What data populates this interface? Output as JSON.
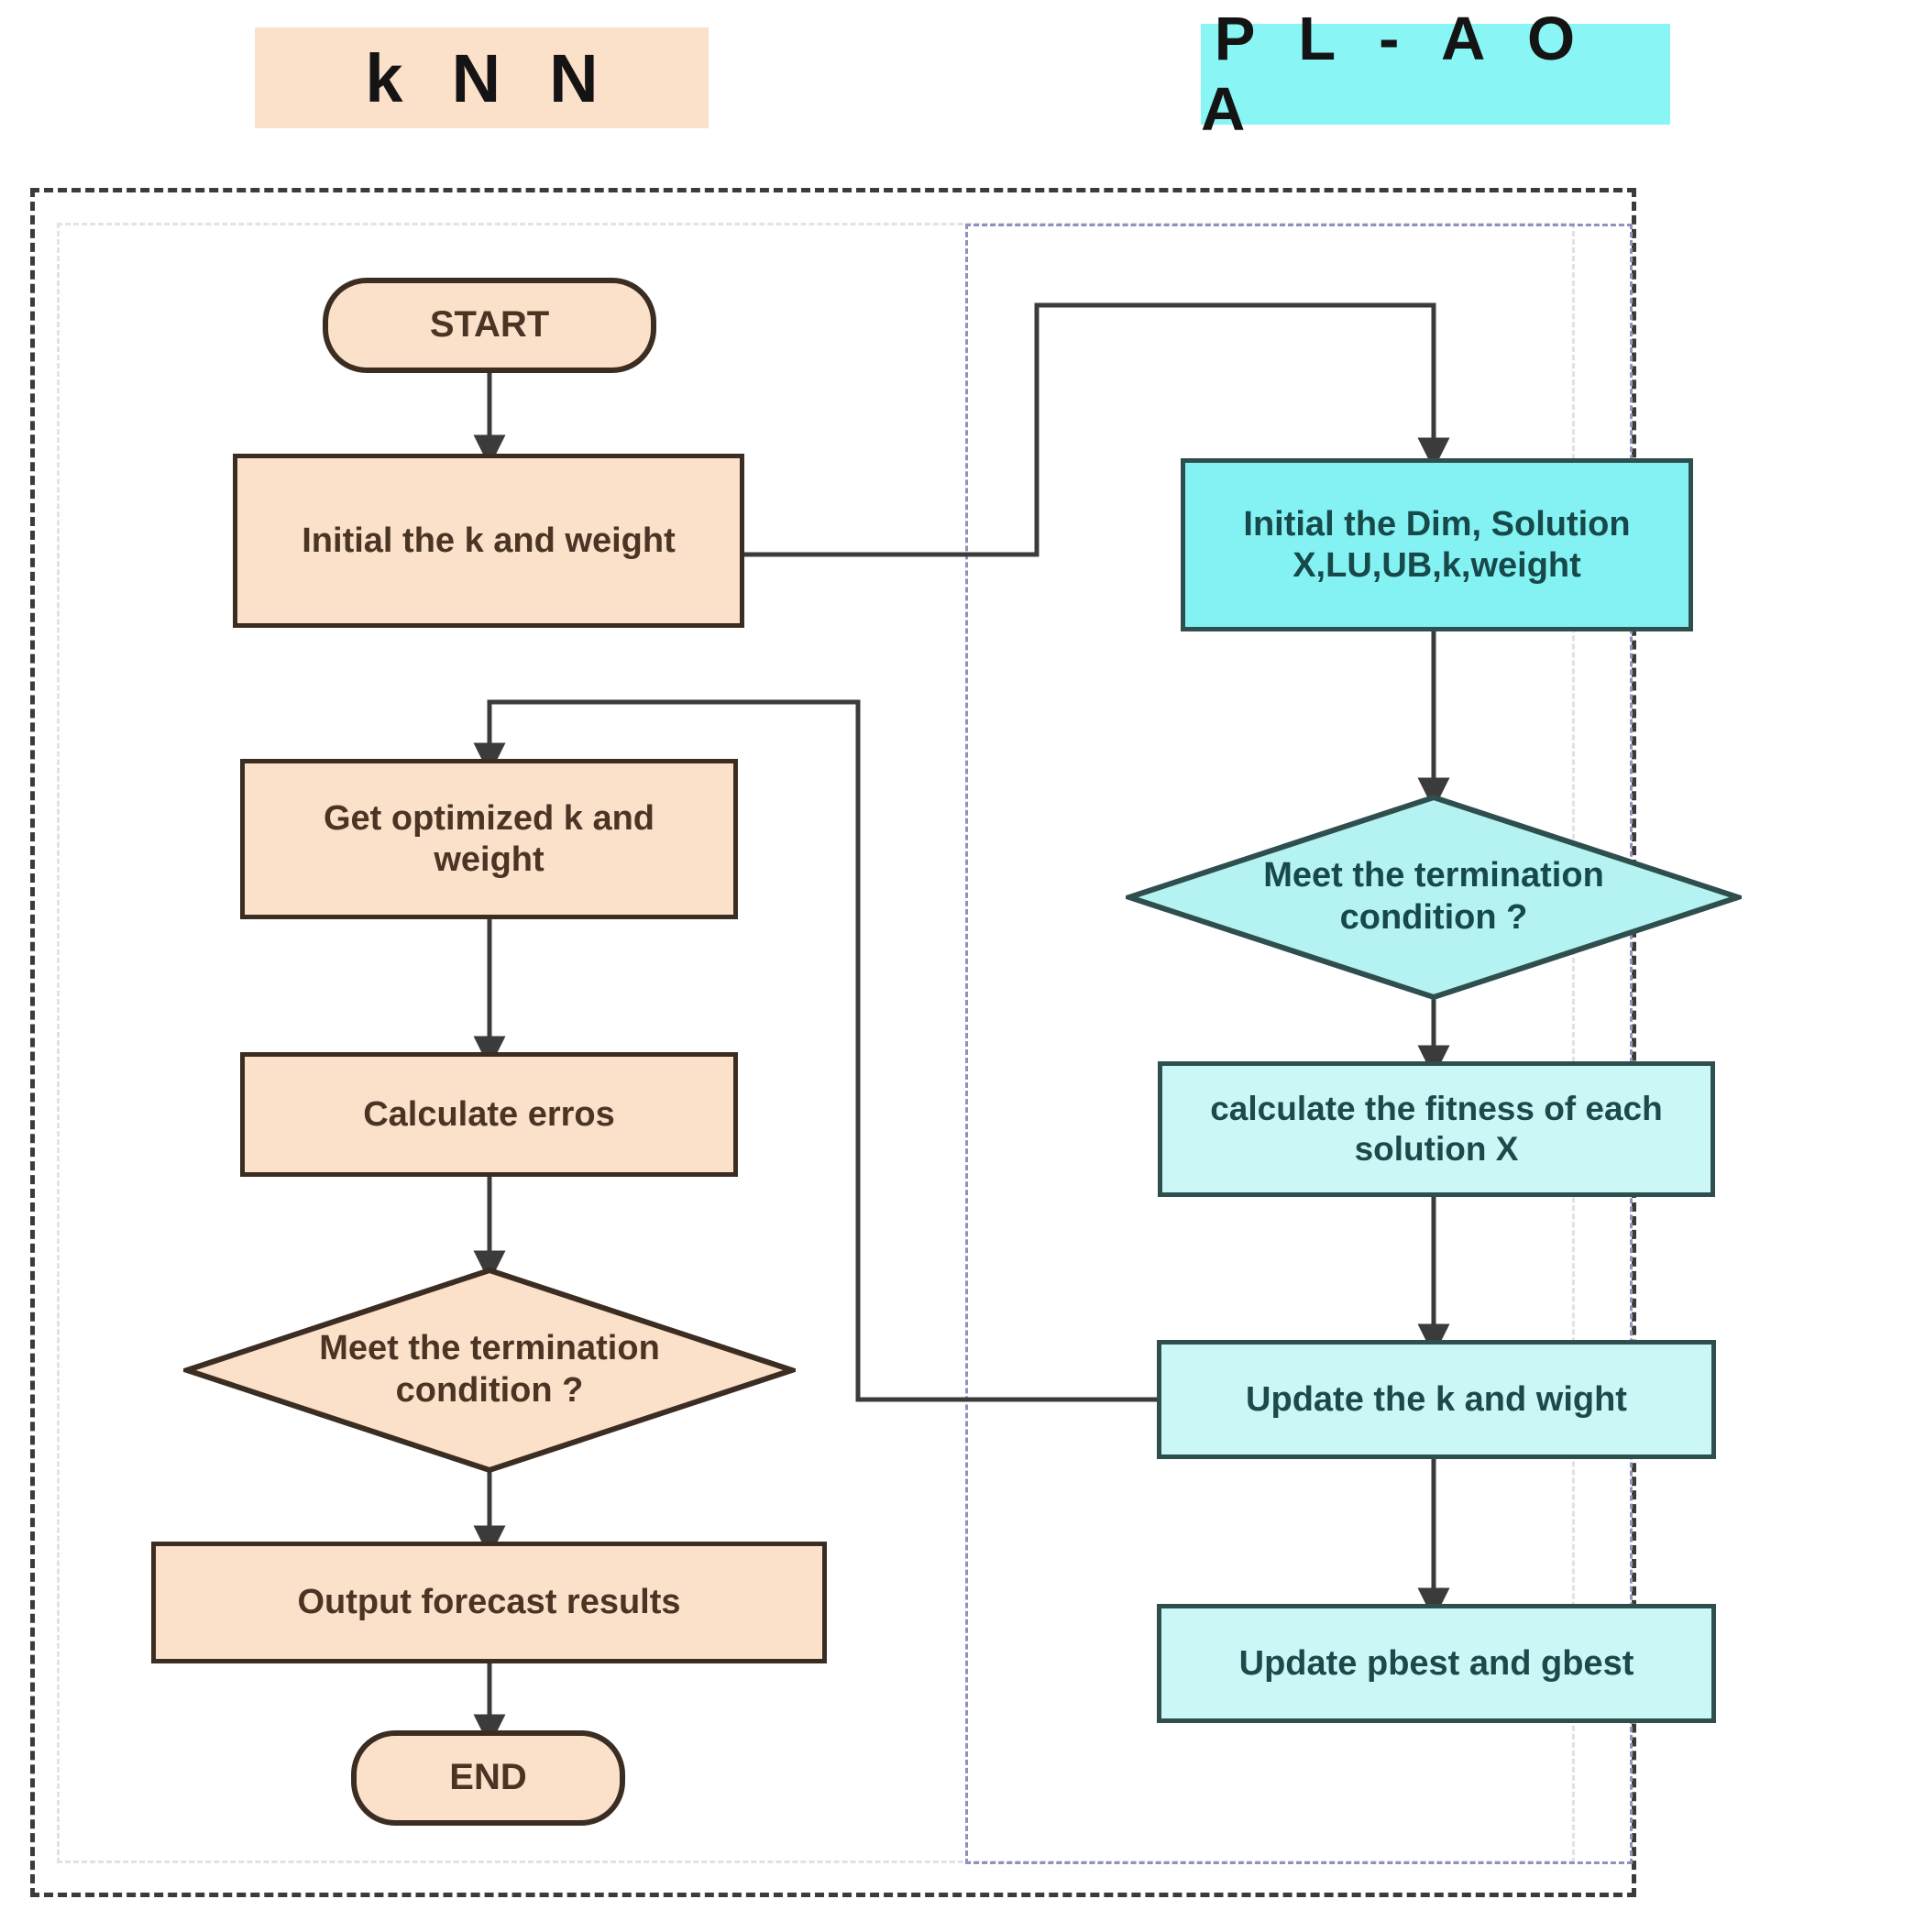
{
  "titles": {
    "left": "k N N",
    "right": "P L - A O A"
  },
  "colors": {
    "peach_fill": "#fbe0ca",
    "peach_border": "#3b2d22",
    "peach_text": "#4a3525",
    "cyan_strong_fill": "#84f2f2",
    "cyan_light_fill": "#ccf7f7",
    "cyan_border": "#2f4f4f",
    "cyan_text": "#17484a",
    "outer_frame": "#3b3b3b",
    "knn_frame": "#e2e2e2",
    "plaoa_frame": "#8d93bd",
    "edge": "#3b3b3b"
  },
  "knn": {
    "start": "START",
    "init": "Initial the k and weight",
    "get_optimized_line1": "Get optimized k and",
    "get_optimized_line2": "weight",
    "calculate_errors": "Calculate erros",
    "decision_line1": "Meet the termination",
    "decision_line2": "condition ?",
    "output": "Output forecast results",
    "end": "END"
  },
  "plaoa": {
    "init_line1": "Initial the Dim, Solution",
    "init_line2": "X,LU,UB,k,weight",
    "decision_line1": "Meet the termination",
    "decision_line2": "condition ?",
    "fitness_line1": "calculate the fitness of each",
    "fitness_line2": "solution X",
    "update_kw": "Update the k and wight",
    "update_best": "Update pbest and gbest"
  }
}
